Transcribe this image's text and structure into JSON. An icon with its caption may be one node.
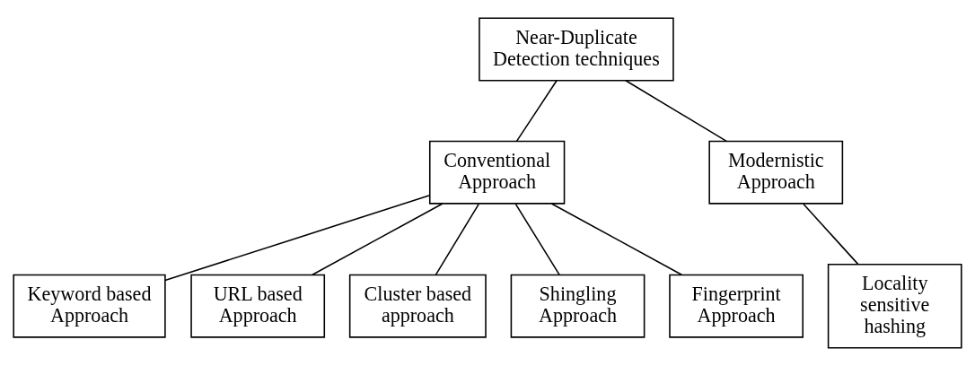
{
  "diagram": {
    "nodes": [
      {
        "text": [
          "Near-Duplicate Detection techniques"
        ]
      },
      {
        "text": [
          "Conventional Approach"
        ]
      },
      {
        "text": [
          "Modernistic Approach"
        ]
      },
      {
        "text": [
          "Keyword based Approach"
        ]
      },
      {
        "text": [
          "URL based Approach"
        ]
      },
      {
        "text": [
          "Cluster based approach"
        ]
      },
      {
        "text": [
          "Shingling Approach"
        ]
      },
      {
        "text": [
          "Fingerprint Approach"
        ]
      },
      {
        "text": [
          "Locality sensitive hashing"
        ]
      }
    ],
    "edges": [
      {
        "from": 0,
        "to": 1,
        "arrow": "none"
      },
      {
        "from": 0,
        "to": 2,
        "arrow": "none"
      },
      {
        "from": 1,
        "to": 3,
        "arrow": "none"
      },
      {
        "from": 1,
        "to": 4,
        "arrow": "none"
      },
      {
        "from": 1,
        "to": 5,
        "arrow": "none"
      },
      {
        "from": 1,
        "to": 6,
        "arrow": "none"
      },
      {
        "from": 1,
        "to": 7,
        "arrow": "none"
      },
      {
        "from": 2,
        "to": 8,
        "arrow": "none"
      }
    ]
  }
}
